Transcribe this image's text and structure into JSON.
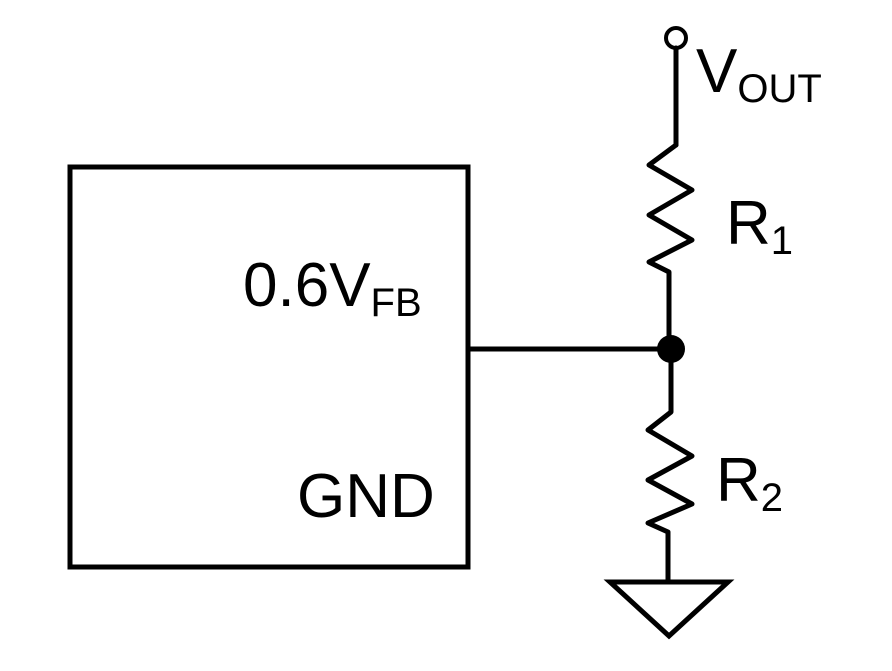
{
  "diagram": {
    "block": {
      "pin_fb_main": "0.6V",
      "pin_fb_sub": "FB",
      "pin_gnd": "GND"
    },
    "vout": {
      "main": "V",
      "sub": "OUT"
    },
    "r1": {
      "main": "R",
      "sub": "1"
    },
    "r2": {
      "main": "R",
      "sub": "2"
    }
  }
}
